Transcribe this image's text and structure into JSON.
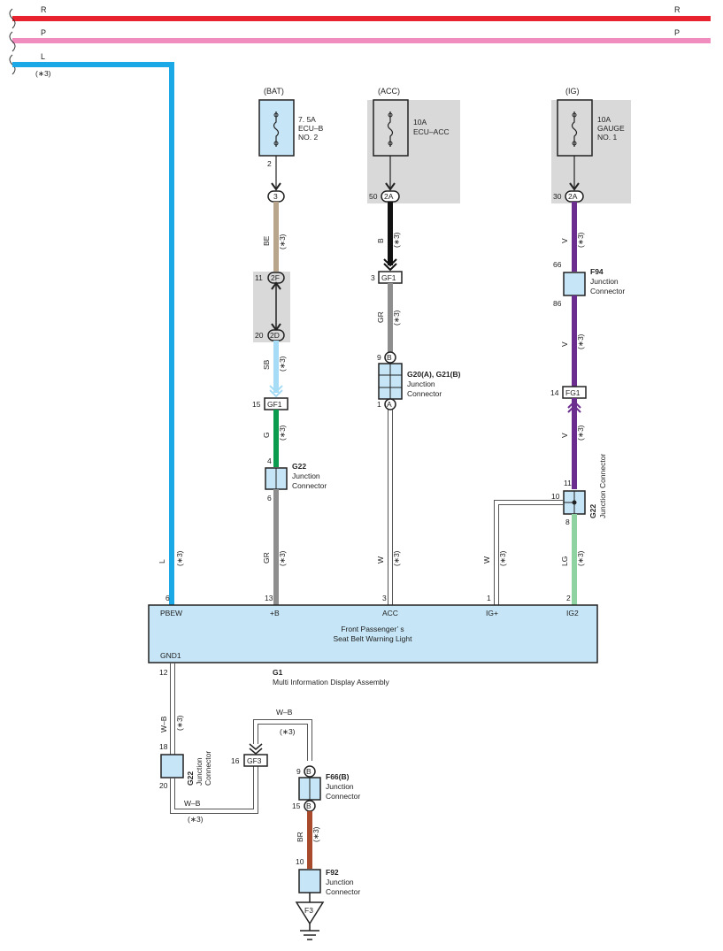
{
  "power_lines": {
    "top_red": {
      "label_left": "R",
      "label_right": "R",
      "color": "#e8232f"
    },
    "top_pink": {
      "label_left": "P",
      "label_right": "P",
      "color": "#f08cbe"
    },
    "blue_l": {
      "label": "L",
      "note": "(∗3)",
      "color": "#1aa9e6"
    }
  },
  "fuses": {
    "bat": {
      "source": "(BAT)",
      "line1": "7. 5A",
      "line2": "ECU–B",
      "line3": "NO. 2",
      "pin": "2"
    },
    "acc": {
      "source": "(ACC)",
      "line1": "10A",
      "line2": "ECU–ACC"
    },
    "ig": {
      "source": "(IG)",
      "line1": "10A",
      "line2": "GAUGE",
      "line3": "NO. 1"
    }
  },
  "connectors": {
    "c3": {
      "label": "3"
    },
    "c2a_acc": {
      "label": "2A",
      "pin": "50"
    },
    "c2a_ig": {
      "label": "2A",
      "pin": "30"
    },
    "c2f": {
      "label": "2F",
      "pin": "11"
    },
    "c2d": {
      "label": "2D",
      "pin": "20"
    },
    "gf1_acc": {
      "label": "GF1",
      "pin": "3"
    },
    "gf1_bat": {
      "label": "GF1",
      "pin": "15"
    },
    "fg1": {
      "label": "FG1",
      "pin": "14"
    },
    "gf3": {
      "label": "GF3",
      "pin": "16"
    },
    "f3": {
      "label": "F3"
    }
  },
  "wires": {
    "be": {
      "label": "BE",
      "note": "(∗3)",
      "color": "#b8a58c"
    },
    "b": {
      "label": "B",
      "note": "(∗3)",
      "color": "#111111"
    },
    "v1": {
      "label": "V",
      "note": "(∗3)",
      "color": "#6b2d8e"
    },
    "gr_acc": {
      "label": "GR",
      "note": "(∗3)",
      "color": "#8e8e8e"
    },
    "v2": {
      "label": "V",
      "note": "(∗3)",
      "color": "#6b2d8e"
    },
    "sb": {
      "label": "SB",
      "note": "(∗3)",
      "color": "#a6dcf5"
    },
    "g": {
      "label": "G",
      "note": "(∗3)",
      "color": "#0b9b4f"
    },
    "v3": {
      "label": "V",
      "note": "(∗3)",
      "color": "#6b2d8e"
    },
    "l": {
      "label": "L",
      "note": "(∗3)"
    },
    "gr_b": {
      "label": "GR",
      "note": "(∗3)",
      "color": "#8e8e8e"
    },
    "w_acc": {
      "label": "W",
      "note": "(∗3)"
    },
    "w_ig": {
      "label": "W",
      "note": "(∗3)"
    },
    "lg": {
      "label": "LG",
      "note": "(∗3)",
      "color": "#8fd3a3"
    },
    "wb1": {
      "label": "W–B",
      "note": "(∗3)"
    },
    "wb2": {
      "label": "W–B",
      "note": "(∗3)"
    },
    "wb3": {
      "label": "W–B",
      "note": "(∗3)"
    },
    "br": {
      "label": "BR",
      "note": "(∗3)",
      "color": "#a84b2c"
    }
  },
  "junctions": {
    "f94": {
      "code": "F94",
      "name1": "Junction",
      "name2": "Connector",
      "pin_top": "66",
      "pin_bottom": "86"
    },
    "g20g21": {
      "code": "G20(A), G21(B)",
      "name1": "Junction",
      "name2": "Connector",
      "pin_top": "9",
      "pin_bottom": "1",
      "top_letter": "B",
      "bottom_letter": "A"
    },
    "g22_bat": {
      "code": "G22",
      "name1": "Junction",
      "name2": "Connector",
      "pin_top": "4",
      "pin_bottom": "6"
    },
    "g22_ig": {
      "code": "G22",
      "name": "Junction Connector",
      "pin_top": "11",
      "pin_left": "10",
      "pin_bottom": "8"
    },
    "g22_gnd": {
      "code": "G22",
      "name1": "Junction",
      "name2": "Connector",
      "pin_top": "18",
      "pin_bottom": "20"
    },
    "f66b": {
      "code": "F66(B)",
      "name1": "Junction",
      "name2": "Connector",
      "pin_top": "9",
      "pin_bottom": "15",
      "letter": "B"
    },
    "f92": {
      "code": "F92",
      "name1": "Junction",
      "name2": "Connector",
      "pin_top": "10"
    }
  },
  "module": {
    "code": "G1",
    "name": "Multi Information Display Assembly",
    "title1": "Front Passenger’ s",
    "title2": "Seat Belt Warning Light",
    "terminals": [
      {
        "name": "PBEW",
        "pin": "6"
      },
      {
        "name": "+B",
        "pin": "13"
      },
      {
        "name": "ACC",
        "pin": "3"
      },
      {
        "name": "IG+",
        "pin": "1"
      },
      {
        "name": "IG2",
        "pin": "2"
      }
    ],
    "ground_terminal": {
      "name": "GND1",
      "pin": "12"
    }
  },
  "icons": [
    "fuse-icon",
    "ground-icon",
    "connector-arrow-icon"
  ]
}
